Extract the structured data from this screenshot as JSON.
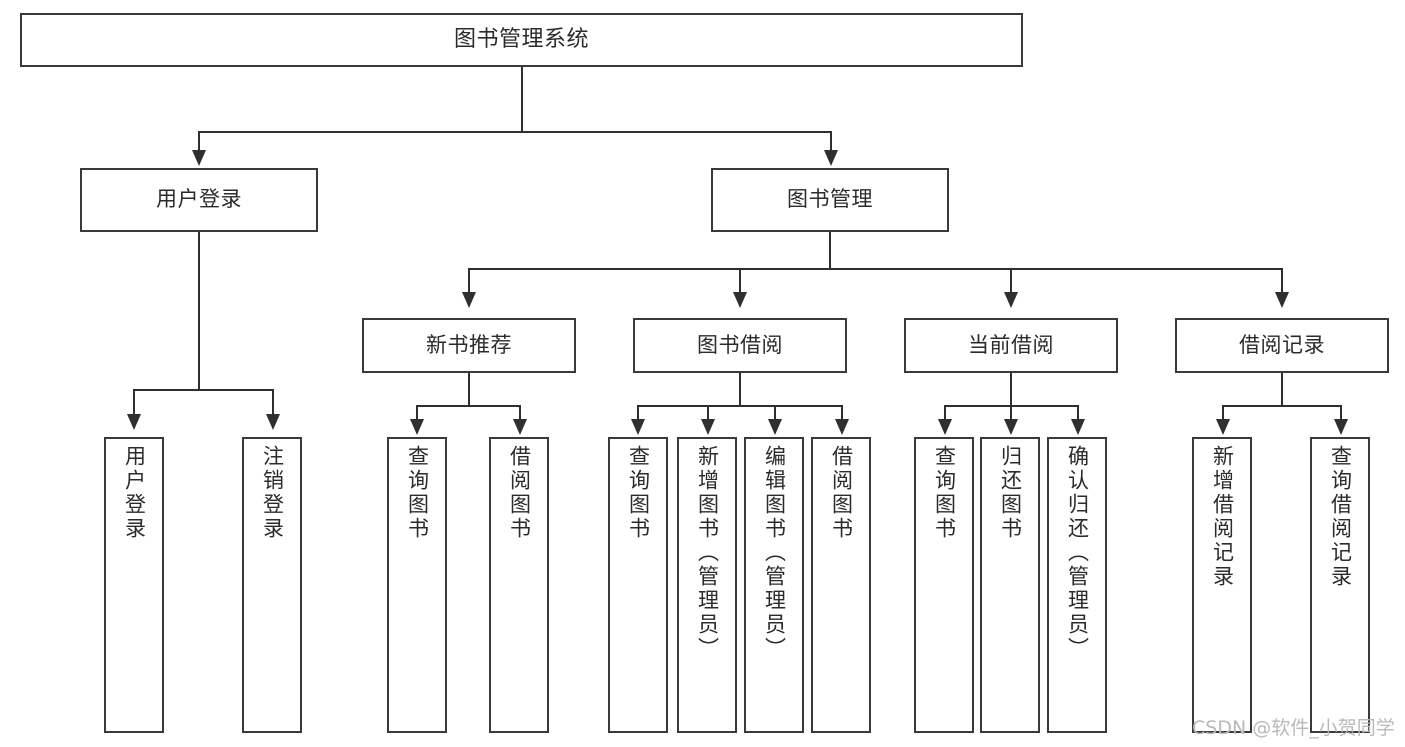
{
  "diagram": {
    "title": "图书管理系统",
    "type": "tree",
    "watermark": "CSDN @软件_小贺同学",
    "colors": {
      "box_border": "#3a3a3a",
      "connector": "#2f2f2f",
      "text": "#2b2b2b",
      "background": "#ffffff",
      "watermark": "#b9b9b9"
    },
    "levels": {
      "root": {
        "label": "图书管理系统"
      },
      "level2": [
        {
          "label": "用户登录"
        },
        {
          "label": "图书管理"
        }
      ],
      "level3": [
        {
          "label": "新书推荐"
        },
        {
          "label": "图书借阅"
        },
        {
          "label": "当前借阅"
        },
        {
          "label": "借阅记录"
        }
      ],
      "leaves_user_login": [
        {
          "label": "用户登录"
        },
        {
          "label": "注销登录"
        }
      ],
      "leaves_new_book": [
        {
          "label": "查询图书"
        },
        {
          "label": "借阅图书"
        }
      ],
      "leaves_borrow": [
        {
          "label": "查询图书"
        },
        {
          "label": "新增图书（管理员）"
        },
        {
          "label": "编辑图书（管理员）"
        },
        {
          "label": "借阅图书"
        }
      ],
      "leaves_current": [
        {
          "label": "查询图书"
        },
        {
          "label": "归还图书"
        },
        {
          "label": "确认归还（管理员）"
        }
      ],
      "leaves_record": [
        {
          "label": "新增借阅记录"
        },
        {
          "label": "查询借阅记录"
        }
      ]
    }
  }
}
